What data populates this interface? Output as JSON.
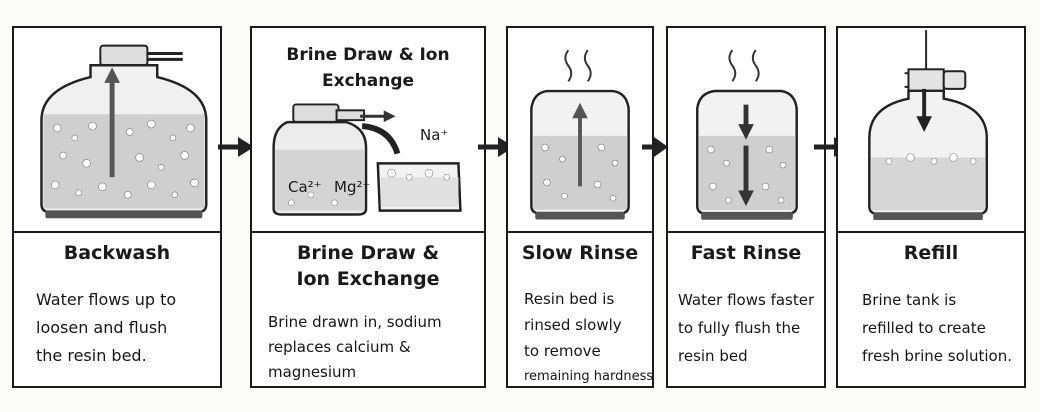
{
  "steps": [
    {
      "title": "Backwash",
      "desc": [
        "Water flows up to",
        "loosen and flush",
        "the resin bed."
      ]
    },
    {
      "title": "Brine Draw & Ion Exchange",
      "illus_title": "Brine Draw & Ion Exchange",
      "ion_na": "Na⁺",
      "ion_ca": "Ca²⁺",
      "ion_mg": "Mg²⁺",
      "desc": [
        "Brine drawn in, sodium",
        "replaces calcium &",
        "magnesium"
      ]
    },
    {
      "title": "Slow Rinse",
      "desc": [
        "Resin bed is",
        "rinsed slowly",
        "to remove",
        "remaining hardness"
      ]
    },
    {
      "title": "Fast Rinse",
      "desc": [
        "Water flows faster",
        "to fully flush the",
        "resin bed"
      ]
    },
    {
      "title": "Refill",
      "desc": [
        "Brine tank is",
        "refilled to create",
        "fresh brine solution."
      ]
    }
  ]
}
